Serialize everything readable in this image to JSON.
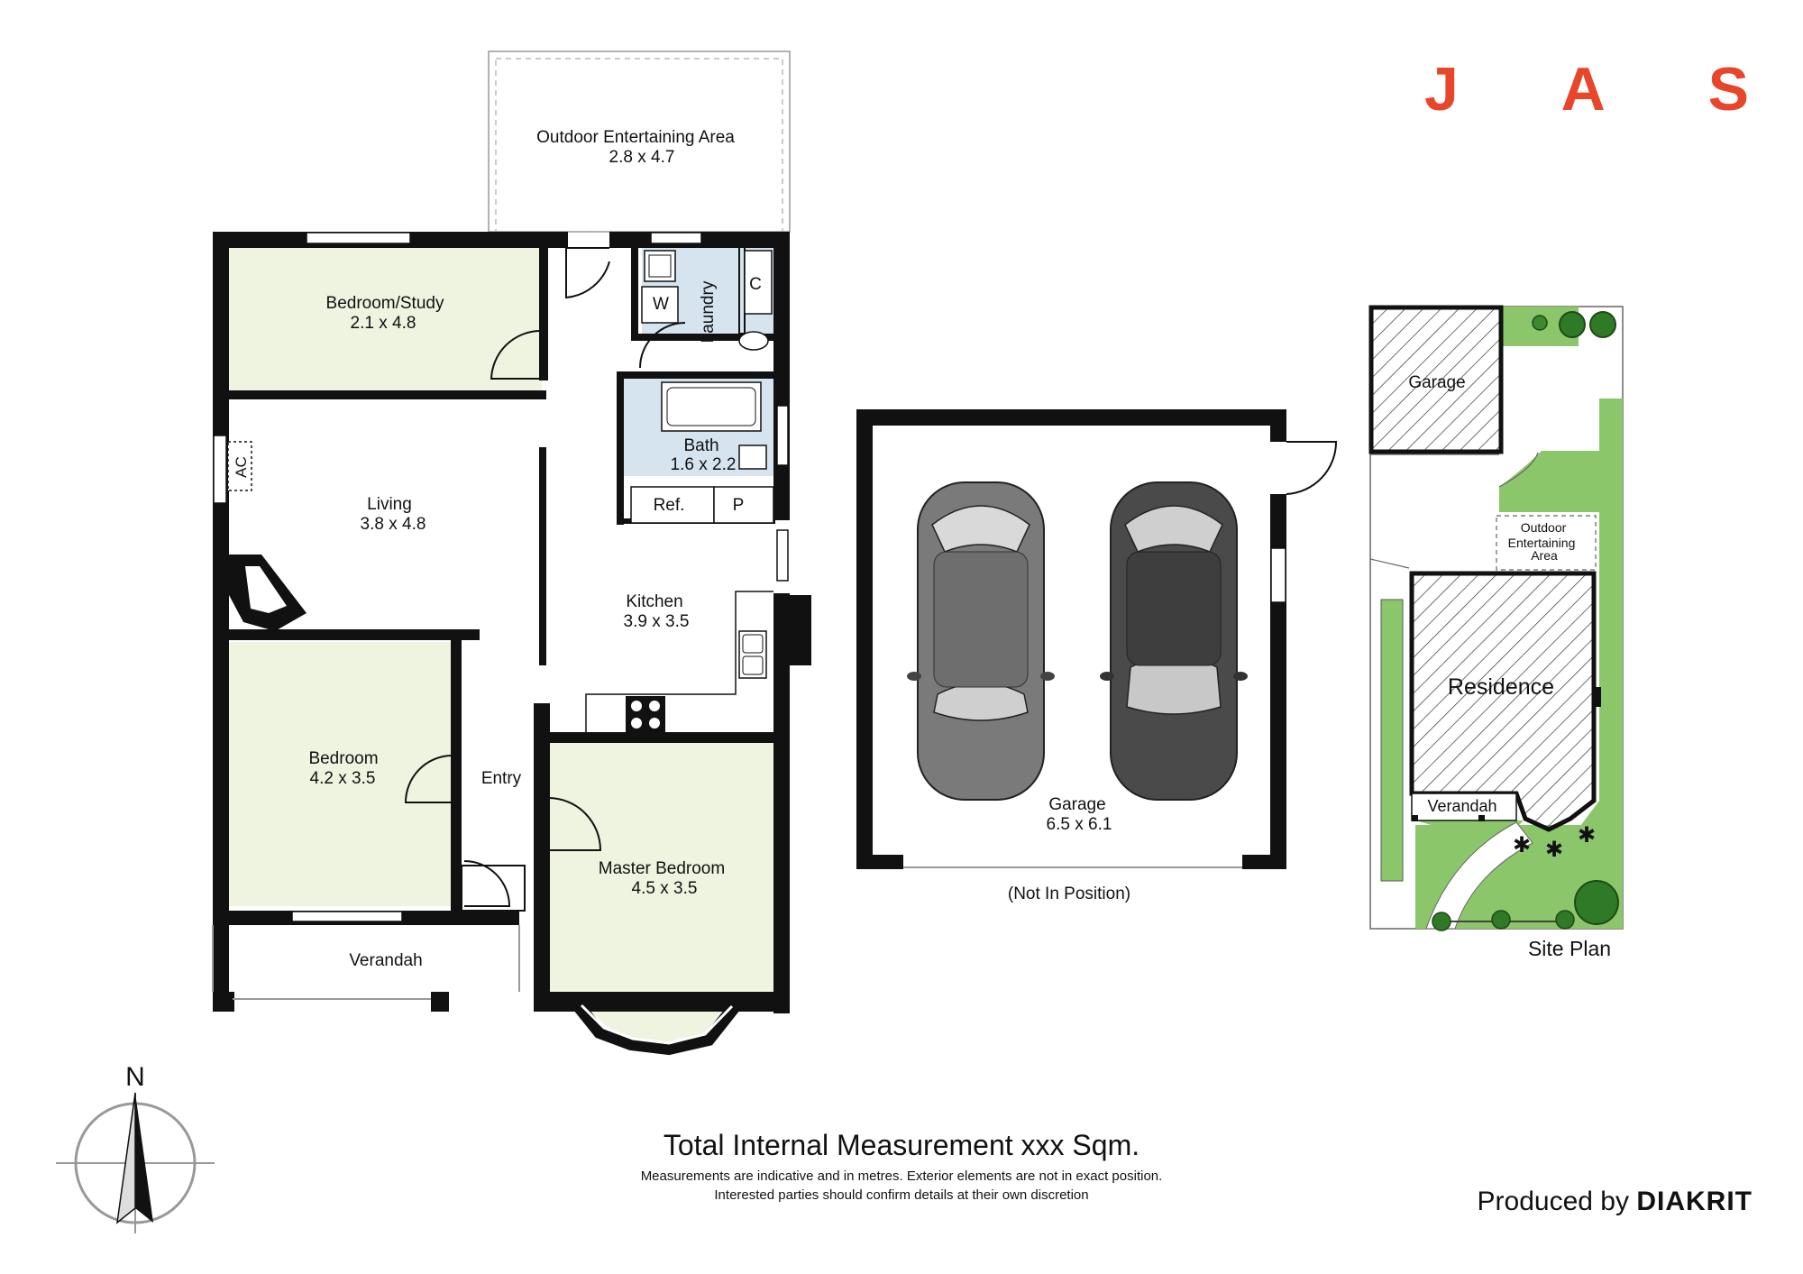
{
  "brand": {
    "letters": [
      "J",
      "A",
      "S"
    ],
    "color": "#e8462b"
  },
  "rooms": {
    "outdoor": {
      "name": "Outdoor Entertaining Area",
      "size": "2.8 x 4.7"
    },
    "bedroom_study": {
      "name": "Bedroom/Study",
      "size": "2.1 x 4.8"
    },
    "living": {
      "name": "Living",
      "size": "3.8 x 4.8"
    },
    "kitchen": {
      "name": "Kitchen",
      "size": "3.9 x 3.5"
    },
    "bedroom": {
      "name": "Bedroom",
      "size": "4.2 x 3.5"
    },
    "entry": {
      "name": "Entry"
    },
    "master": {
      "name": "Master Bedroom",
      "size": "4.5 x 3.5"
    },
    "verandah": {
      "name": "Verandah"
    },
    "laundry": {
      "name": "Laundry"
    },
    "bath": {
      "name": "Bath",
      "size": "1.6 x 2.2"
    },
    "ref": "Ref.",
    "pantry": "P",
    "washer": "W",
    "cupboard": "C",
    "ac": "AC"
  },
  "garage": {
    "name": "Garage",
    "size": "6.5 x 6.1",
    "note": "(Not In Position)"
  },
  "site_plan": {
    "title": "Site Plan",
    "garage": "Garage",
    "outdoor_line1": "Outdoor",
    "outdoor_line2": "Entertaining",
    "outdoor_line3": "Area",
    "residence": "Residence",
    "verandah": "Verandah"
  },
  "compass": {
    "label": "N"
  },
  "footer": {
    "title": "Total Internal Measurement xxx Sqm.",
    "line1": "Measurements are indicative and in metres. Exterior elements are not in exact position.",
    "line2": "Interested parties should confirm details at their own discretion",
    "produced_by": "Produced by",
    "producer": "DIAKRIT"
  },
  "colors": {
    "room_green": "#eef4e0",
    "wet_blue": "#d6e4f0",
    "wall": "#111111",
    "lawn": "#8cc66b"
  }
}
